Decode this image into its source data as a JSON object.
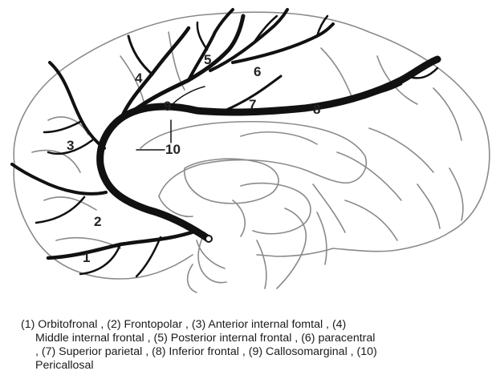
{
  "labels": {
    "n1": "1",
    "n2": "2",
    "n3": "3",
    "n4": "4",
    "n5": "5",
    "n6": "6",
    "n7": "7",
    "n8": "8",
    "n9": "9",
    "n10": "10"
  },
  "caption": {
    "line1": "(1) Orbitofronal , (2) Frontopolar , (3) Anterior internal fomtal , (4)",
    "line2": "Middle internal frontal , (5) Posterior internal frontal , (6) paracentral",
    "line3": ", (7) Superior parietal , (8) Inferior frontal , (9) Callosomarginal , (10)",
    "line4": "Pericallosal"
  },
  "colors": {
    "artery": "#111111",
    "outline": "#777777",
    "label": "#222222"
  }
}
